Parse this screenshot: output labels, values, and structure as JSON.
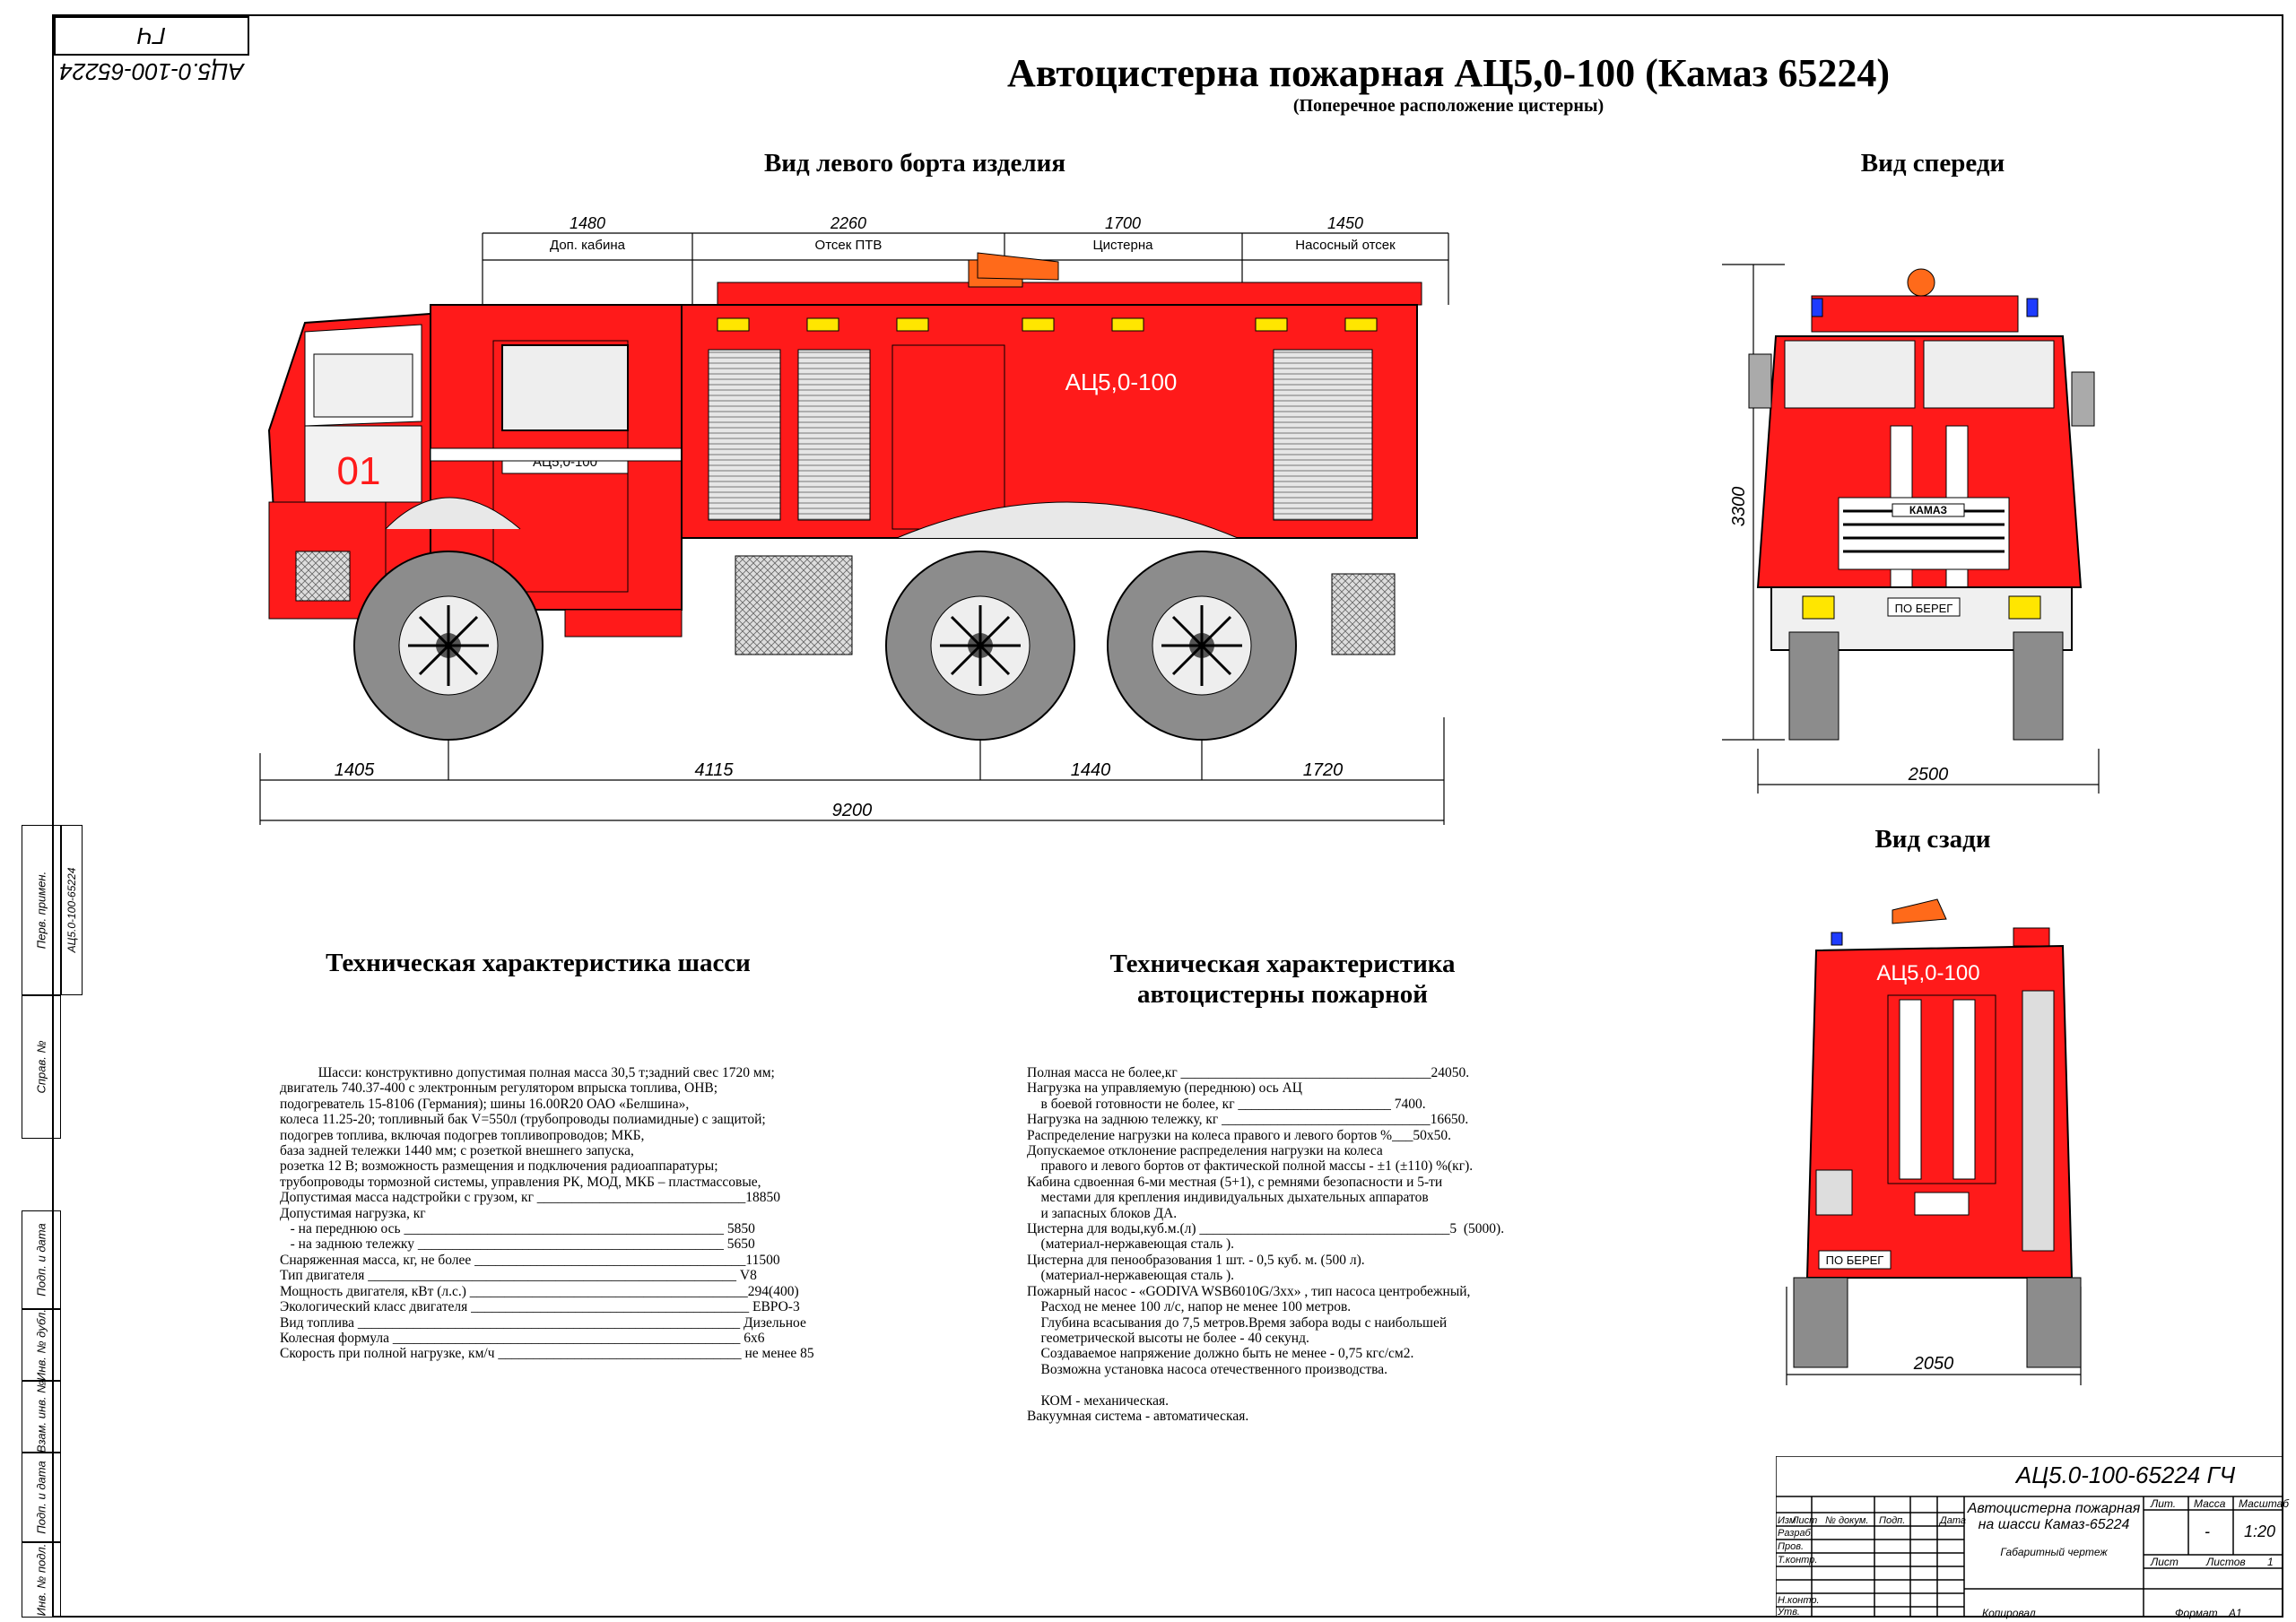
{
  "stamp_top_left": "АЦ5.0-100-65224 ГЧ",
  "title": "Автоцистерна пожарная АЦ5,0-100 (Камаз 65224)",
  "subtitle": "(Поперечное расположение цистерны)",
  "views": {
    "left": "Вид левого борта изделия",
    "front": "Вид спереди",
    "rear": "Вид сзади"
  },
  "side_dims_top": {
    "d1": "1480",
    "l1": "Доп. кабина",
    "d2": "2260",
    "l2": "Отсек ПТВ",
    "d3": "1700",
    "l3": "Цистерна",
    "d4": "1450",
    "l4": "Насосный отсек"
  },
  "side_dims_bottom": {
    "a": "1405",
    "b": "4115",
    "c": "1440",
    "d": "1720",
    "total": "9200"
  },
  "truck_labels": {
    "cab_number": "01",
    "door": "АЦ5,0-100",
    "body": "АЦ5,0-100",
    "bumper": "ПО БЕРЕГ",
    "grille": "КАМАЗ"
  },
  "front_dims": {
    "height": "3300",
    "width": "2500"
  },
  "rear_dims": {
    "width": "2050",
    "body": "АЦ5,0-100",
    "plate": "ПО БЕРЕГ"
  },
  "chassis_heading": "Техническая характеристика шасси",
  "chassis_spec": "           Шасси: конструктивно допустимая полная масса 30,5 т;задний свес 1720 мм;\nдвигатель 740.37-400 с электронным регулятором впрыска топлива, ОНВ;\nподогреватель 15-8106 (Германия); шины 16.00R20 ОАО «Белшина»,\nколеса 11.25-20; топливный бак V=550л (трубопроводы полиамидные) с защитой;\nподогрев топлива, включая подогрев топливопроводов; МКБ,\nбаза задней тележки 1440 мм; с розеткой внешнего запуска,\nрозетка 12 В; возможность размещения и подключения радиоаппаратуры;\nтрубопроводы тормозной системы, управления РК, МОД, МКБ – пластмассовые,\nДопустимая масса надстройки с грузом, кг ______________________________18850\nДопустимая нагрузка, кг\n   - на переднюю ось ______________________________________________ 5850\n   - на заднюю тележку ____________________________________________ 5650\nСнаряженная масса, кг, не более _______________________________________11500\nТип двигателя _____________________________________________________ V8\nМощность двигателя, кВт (л.с.) ________________________________________294(400)\nЭкологический класс двигателя ________________________________________ ЕВРО-3\nВид топлива _______________________________________________________ Дизельное\nКолесная формула __________________________________________________ 6х6\nСкорость при полной нагрузке, км/ч ___________________________________ не менее 85",
  "tank_heading": "Техническая характеристика\nавтоцистерны пожарной",
  "tank_spec": "Полная масса не более,кг ____________________________________24050.\nНагрузка на управляемую (переднюю) ось АЦ\n    в боевой готовности не более, кг ______________________ 7400.\nНагрузка на заднюю тележку, кг ______________________________16650.\nРаспределение нагрузки на колеса правого и левого бортов %___50х50.\nДопускаемое отклонение распределения нагрузки на колеса\n    правого и левого бортов от фактической полной массы - ±1 (±110) %(кг).\nКабина сдвоенная 6-ми местная (5+1), с ремнями безопасности и 5-ти\n    местами для крепления индивидуальных дыхательных аппаратов\n    и запасных блоков ДА.\nЦистерна для воды,куб.м.(л) ____________________________________5  (5000).\n    (материал-нержавеющая сталь ).\nЦистерна для пенообразования 1 шт. - 0,5 куб. м. (500 л).\n    (материал-нержавеющая сталь ).\nПожарный насос - «GODIVA WSB6010G/3хх» , тип насоса центробежный,\n    Расход не менее 100 л/с, напор не менее 100 метров.\n    Глубина всасывания до 7,5 метров.Время забора воды с наибольшей\n    геометрической высоты не более - 40 секунд.\n    Создаваемое напряжение должно быть не менее - 0,75 кгс/см2.\n    Возможна установка насоса отечественного производства.\n\n    КОМ - механическая.\nВакуумная система - автоматическая.",
  "left_strip": {
    "perv": "Перв. примен.",
    "perv_val": "АЦ5.0-100-65224",
    "sprav": "Справ. №",
    "podp1": "Подп. и дата",
    "inv_dubl": "Инв. № дубл.",
    "vzam": "Взам. инв. №",
    "podp2": "Подп. и дата",
    "inv_podl": "Инв. № подл."
  },
  "title_block": {
    "code": "АЦ5.0-100-65224 ГЧ",
    "name": "Автоцистерна пожарная\nна шасси Камаз-65224",
    "doc_type": "Габаритный чертеж",
    "col_izm": "Изм",
    "col_list": "Лист",
    "col_doc": "№ докум.",
    "col_podp": "Подп.",
    "col_data": "Дата",
    "r_razrab": "Разраб.",
    "r_prov": "Пров.",
    "r_tkontr": "Т.контр.",
    "r_nkontr": "Н.контр.",
    "r_utv": "Утв.",
    "lit": "Лит.",
    "massa": "Масса",
    "masshtab": "Масштаб",
    "massa_val": "-",
    "scale_val": "1:20",
    "list": "Лист",
    "listov": "Листов",
    "listov_val": "1",
    "kopiroval": "Копировал",
    "format": "Формат",
    "format_val": "А1"
  },
  "colors": {
    "red": "#ff1a1a",
    "dark_red": "#c80000",
    "orange": "#ff6a1a",
    "yellow": "#ffe600",
    "blue": "#1e3cff",
    "tyre": "#8c8c8c",
    "grey": "#cfcfcf"
  }
}
